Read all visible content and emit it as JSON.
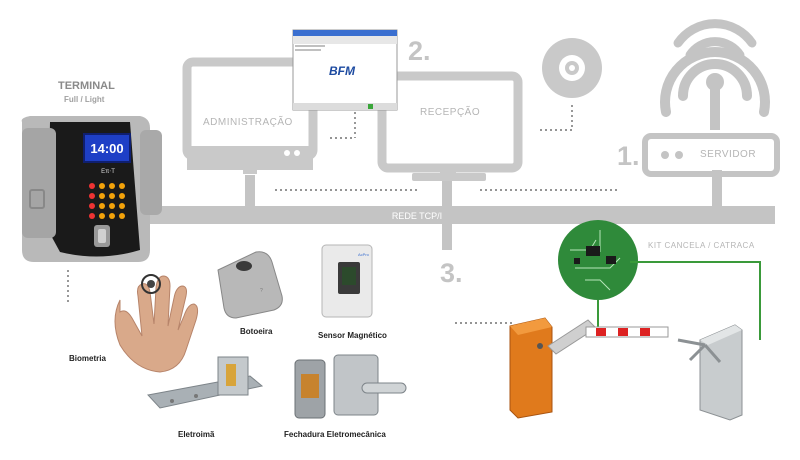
{
  "terminal": {
    "title": "TERMINAL",
    "subtitle": "Full / Light",
    "clock": "14:00",
    "brand": "Eπ‧T"
  },
  "network": {
    "bus_label": "REDE TCP/IP"
  },
  "steps": {
    "one": "1.",
    "two": "2.",
    "three": "3."
  },
  "computers": {
    "admin": "ADMINISTRAÇÃO",
    "reception": "RECEPÇÃO"
  },
  "server": {
    "label": "SERVIDOR"
  },
  "software": {
    "logo": "BFM"
  },
  "kit": {
    "label": "KIT CANCELA / CATRACA"
  },
  "devices": {
    "biometria": "Biometria",
    "botoeira": "Botoeira",
    "sensor": "Sensor Magnético",
    "sensor_brand": "AcPro",
    "eletroima": "Eletroimã",
    "fechadura": "Fechadura Eletromecânica"
  },
  "colors": {
    "bus": "#c4c4c4",
    "device_gray": "#c9c9c9",
    "green_link": "#3a9a3a",
    "barrier": "#e07a1c"
  }
}
